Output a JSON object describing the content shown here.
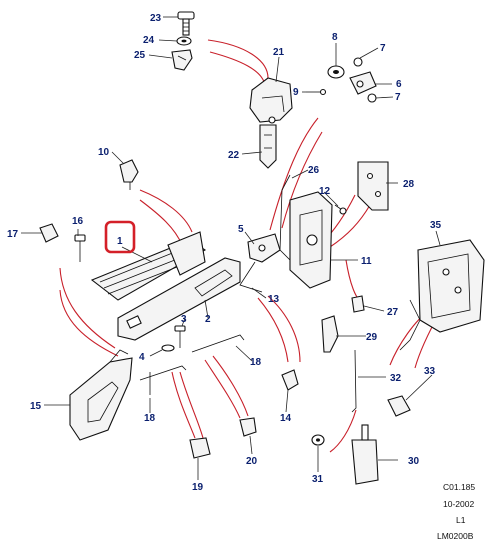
{
  "callouts": {
    "c1": "1",
    "c2": "2",
    "c3": "3",
    "c4": "4",
    "c5": "5",
    "c6": "6",
    "c7": "7",
    "c8": "8",
    "c9": "9",
    "c10": "10",
    "c11": "11",
    "c12": "12",
    "c13": "13",
    "c14": "14",
    "c15": "15",
    "c16": "16",
    "c17": "17",
    "c18": "18",
    "c19": "19",
    "c20": "20",
    "c21": "21",
    "c22": "22",
    "c23": "23",
    "c24": "24",
    "c25": "25",
    "c26": "26",
    "c27": "27",
    "c28": "28",
    "c29": "29",
    "c30": "30",
    "c31": "31",
    "c32": "32",
    "c33": "33",
    "c35": "35"
  },
  "highlight": {
    "label": "1",
    "color": "#d42028"
  },
  "reference": {
    "line1": "C01.185",
    "line2": "10-2002",
    "line3": "L1",
    "line4": "LM0200B"
  },
  "colors": {
    "callout": "#0a1f6e",
    "leader_red": "#c8202a",
    "line": "#111111"
  }
}
